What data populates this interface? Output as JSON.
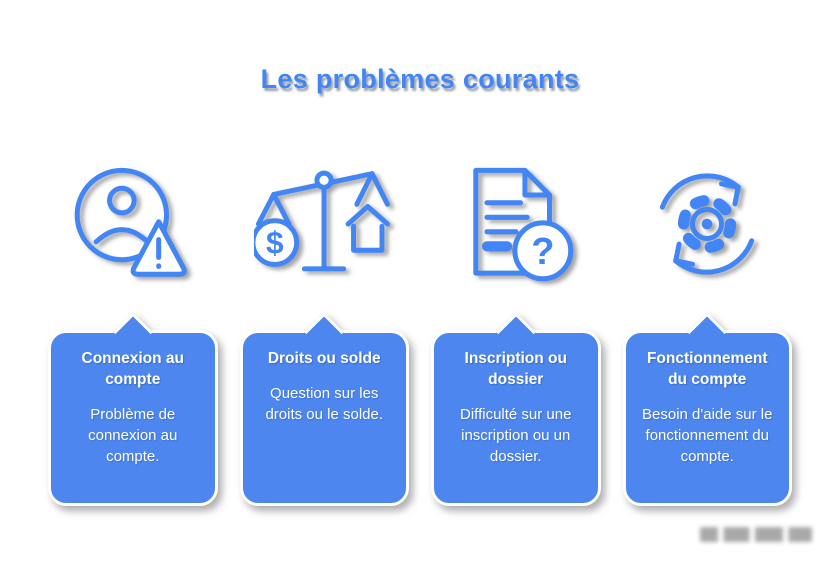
{
  "page": {
    "background": "#ffffff",
    "accent_blue": "#4285F4",
    "card_blue": "#4c86ee"
  },
  "title": {
    "text": "Les problèmes courants",
    "color": "#4285F4"
  },
  "cards": [
    {
      "icon": "user-alert-icon",
      "title": "Connexion au compte",
      "body": "Problème de connexion au compte."
    },
    {
      "icon": "scales-icon",
      "title": "Droits ou solde",
      "body": "Question sur les droits ou le solde."
    },
    {
      "icon": "document-question-icon",
      "title": "Inscription ou dossier",
      "body": "Difficulté sur une inscription ou un dossier."
    },
    {
      "icon": "gear-sync-icon",
      "title": "Fonctionnement du compte",
      "body": "Besoin d'aide sur le fonctionnement du compte."
    }
  ],
  "icon_glyphs": {
    "dollar": "$",
    "question": "?"
  }
}
